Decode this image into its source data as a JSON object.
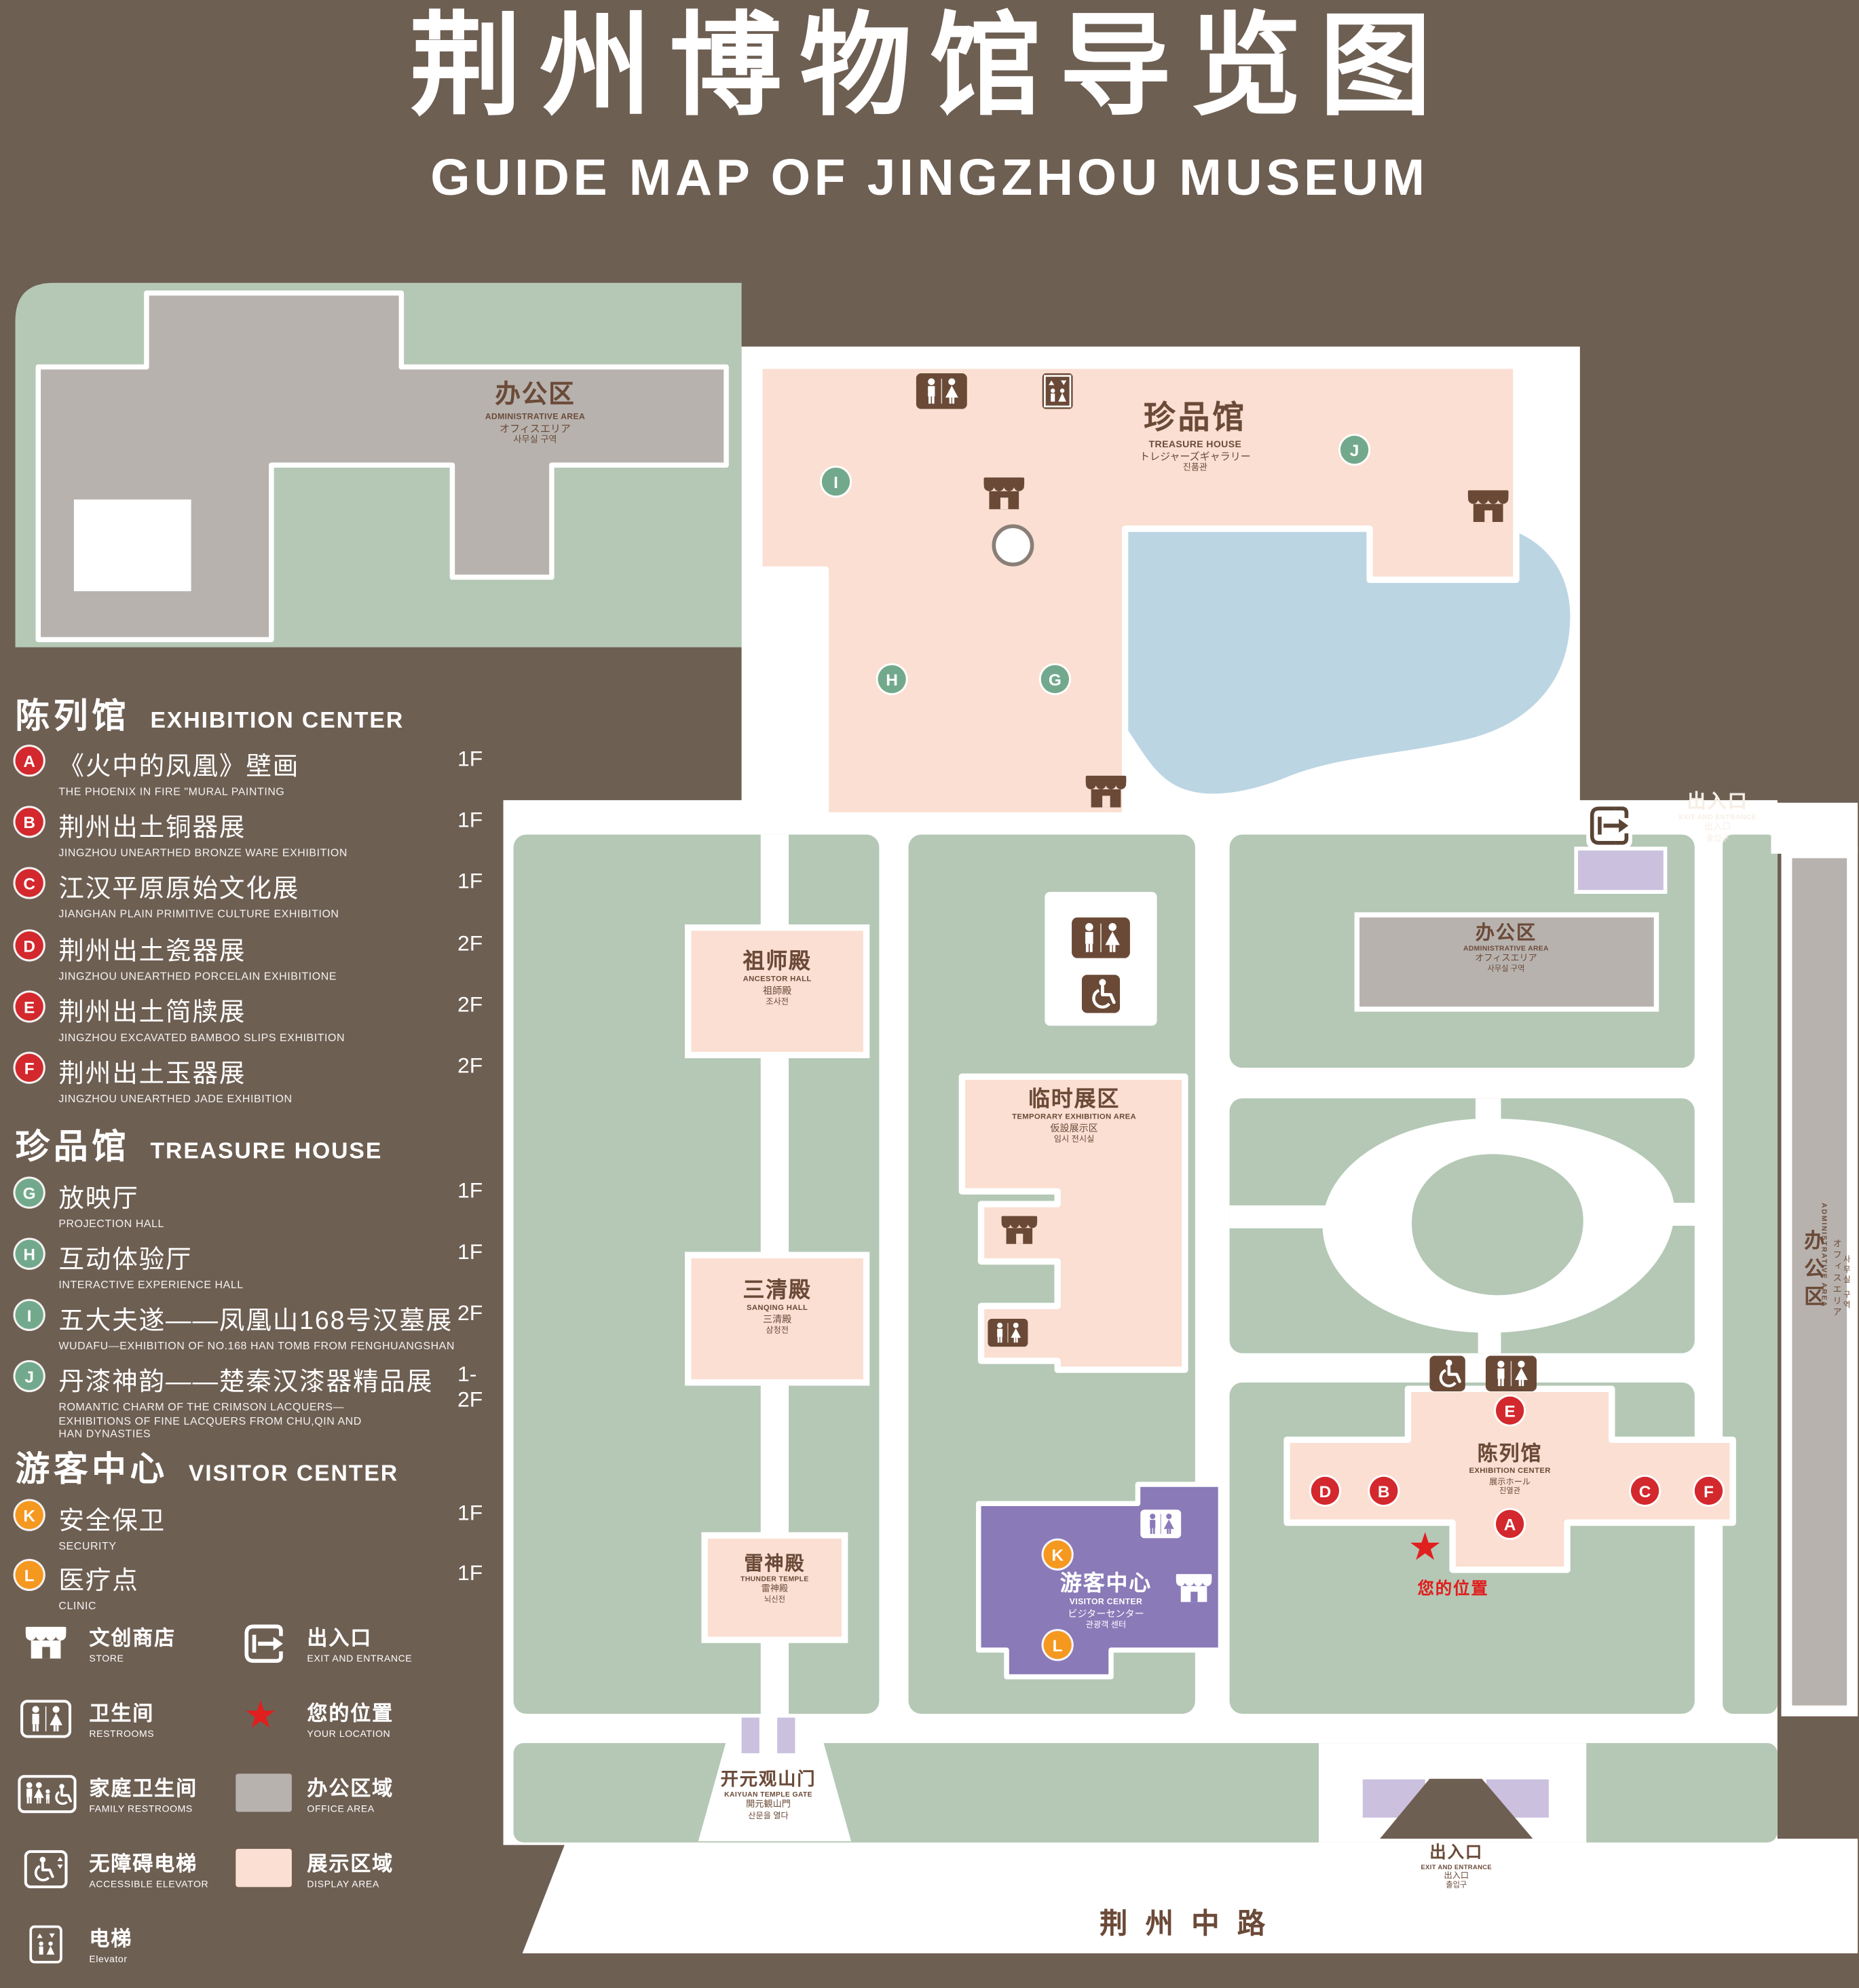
{
  "header": {
    "title": "荆州博物馆导览图",
    "subtitle": "GUIDE MAP OF JINGZHOU MUSEUM"
  },
  "legend": {
    "sections": [
      {
        "zh": "陈列馆",
        "en": "EXHIBITION CENTER",
        "items": [
          {
            "id": "A",
            "zh": "《火中的凤凰》壁画",
            "en": "THE PHOENIX IN FIRE \"MURAL PAINTING",
            "floor": "1F"
          },
          {
            "id": "B",
            "zh": "荆州出土铜器展",
            "en": "JINGZHOU UNEARTHED BRONZE WARE EXHIBITION",
            "floor": "1F"
          },
          {
            "id": "C",
            "zh": "江汉平原原始文化展",
            "en": "JIANGHAN PLAIN PRIMITIVE CULTURE EXHIBITION",
            "floor": "1F"
          },
          {
            "id": "D",
            "zh": "荆州出土瓷器展",
            "en": "JINGZHOU UNEARTHED PORCELAIN EXHIBITIONE",
            "floor": "2F"
          },
          {
            "id": "E",
            "zh": "荆州出土简牍展",
            "en": "JINGZHOU EXCAVATED BAMBOO SLIPS EXHIBITION",
            "floor": "2F"
          },
          {
            "id": "F",
            "zh": "荆州出土玉器展",
            "en": "JINGZHOU UNEARTHED JADE EXHIBITION",
            "floor": "2F"
          }
        ]
      },
      {
        "zh": "珍品馆",
        "en": "TREASURE HOUSE",
        "items": [
          {
            "id": "G",
            "zh": "放映厅",
            "en": "PROJECTION HALL",
            "floor": "1F"
          },
          {
            "id": "H",
            "zh": "互动体验厅",
            "en": "INTERACTIVE EXPERIENCE HALL",
            "floor": "1F"
          },
          {
            "id": "I",
            "zh": "五大夫遂——凤凰山168号汉墓展",
            "en": "WUDAFU—EXHIBITION OF NO.168 HAN TOMB FROM FENGHUANGSHAN",
            "floor": "2F"
          },
          {
            "id": "J",
            "zh": "丹漆神韵——楚秦汉漆器精品展",
            "en": "ROMANTIC CHARM OF THE CRIMSON LACQUERS—EXHIBITIONS OF FINE LACQUERS FROM CHU,QIN AND HAN DYNASTIES",
            "floor": "1-2F"
          }
        ]
      },
      {
        "zh": "游客中心",
        "en": "VISITOR CENTER",
        "items": [
          {
            "id": "K",
            "zh": "安全保卫",
            "en": "SECURITY",
            "floor": "1F"
          },
          {
            "id": "L",
            "zh": "医疗点",
            "en": "CLINIC",
            "floor": "1F"
          }
        ]
      }
    ],
    "symbols": [
      {
        "key": "store",
        "zh": "文创商店",
        "en": "STORE"
      },
      {
        "key": "exit",
        "zh": "出入口",
        "en": "EXIT AND ENTRANCE"
      },
      {
        "key": "restroom",
        "zh": "卫生间",
        "en": "RESTROOMS"
      },
      {
        "key": "location",
        "zh": "您的位置",
        "en": "YOUR LOCATION"
      },
      {
        "key": "family-restroom",
        "zh": "家庭卫生间",
        "en": "FAMILY RESTROOMS"
      },
      {
        "key": "office-area",
        "zh": "办公区域",
        "en": "OFFICE AREA"
      },
      {
        "key": "accessible-elevator",
        "zh": "无障碍电梯",
        "en": "ACCESSIBLE ELEVATOR"
      },
      {
        "key": "display-area",
        "zh": "展示区域",
        "en": "DISPLAY AREA"
      },
      {
        "key": "elevator",
        "zh": "电梯",
        "en": "Elevator"
      }
    ]
  },
  "map": {
    "admin_top": {
      "zh": "办公区",
      "en": "ADMINISTRATIVE AREA",
      "ja": "オフィスエリア",
      "ko": "사무실 구역"
    },
    "treasure": {
      "zh": "珍品馆",
      "en": "TREASURE HOUSE",
      "ja": "トレジャーズギャラリー",
      "ko": "진품관"
    },
    "ancestor": {
      "zh": "祖师殿",
      "en": "ANCESTOR HALL",
      "ja": "祖師殿",
      "ko": "조사전"
    },
    "temporary": {
      "zh": "临时展区",
      "en": "TEMPORARY EXHIBITION AREA",
      "ja": "仮設展示区",
      "ko": "임시 전시실"
    },
    "admin_right": {
      "zh": "办公区",
      "en": "ADMINISTRATIVE AREA",
      "ja": "オフィスエリア",
      "ko": "사무실 구역"
    },
    "sanqing": {
      "zh": "三清殿",
      "en": "SANQING HALL",
      "ja": "三清殿",
      "ko": "삼청전"
    },
    "thunder": {
      "zh": "雷神殿",
      "en": "THUNDER TEMPLE",
      "ja": "雷神殿",
      "ko": "뇌신전"
    },
    "visitor": {
      "zh": "游客中心",
      "en": "VISITOR CENTER",
      "ja": "ビジターセンター",
      "ko": "관광객 센터"
    },
    "exhibition": {
      "zh": "陈列馆",
      "en": "EXHIBITION CENTER",
      "ja": "展示ホール",
      "ko": "진열관"
    },
    "exit_right": {
      "zh": "出入口",
      "en": "EXIT AND ENTRANCE",
      "ja": "出入口",
      "ko": "출입구"
    },
    "exit_bottom": {
      "zh": "出入口",
      "en": "EXIT AND ENTRANCE",
      "ja": "出入口",
      "ko": "출입구"
    },
    "gate": {
      "zh": "开元观山门",
      "en": "KAIYUAN TEMPLE GATE",
      "ja": "開元観山門",
      "ko": "산문을 열다"
    },
    "admin_strip": {
      "zh": "办公区",
      "en": "ADMINISTRATIVE AREA",
      "ja": "オフィスエリア",
      "ko": "사무실 구역"
    },
    "road": "荆州中路",
    "your_location": "您的位置",
    "markers": {
      "A": "A",
      "B": "B",
      "C": "C",
      "D": "D",
      "E": "E",
      "F": "F",
      "G": "G",
      "H": "H",
      "I": "I",
      "J": "J",
      "K": "K",
      "L": "L"
    }
  },
  "colors": {
    "background": "#6e5f53",
    "lawn": "#b4c8b5",
    "display_area": "#fadfd2",
    "office_area": "#b7b2ae",
    "water": "#bbd5e3",
    "visitor_center": "#8a7ab8",
    "entrance_building": "#cbc1de",
    "marker_red": "#d3282d",
    "marker_green": "#72a98c",
    "marker_orange": "#f5981f",
    "icon_brown": "#6a4a37",
    "label_brown": "#6b4a38",
    "location_red": "#e01f1f"
  }
}
